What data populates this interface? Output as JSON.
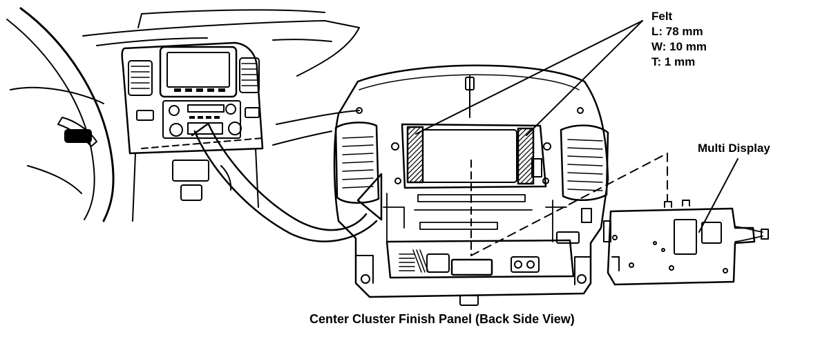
{
  "felt": {
    "title": "Felt",
    "length": "L:  78 mm",
    "width": "W: 10 mm",
    "thickness": "T:  1 mm"
  },
  "labels": {
    "multi_display": "Multi Display",
    "caption": "Center Cluster Finish Panel (Back Side View)"
  }
}
